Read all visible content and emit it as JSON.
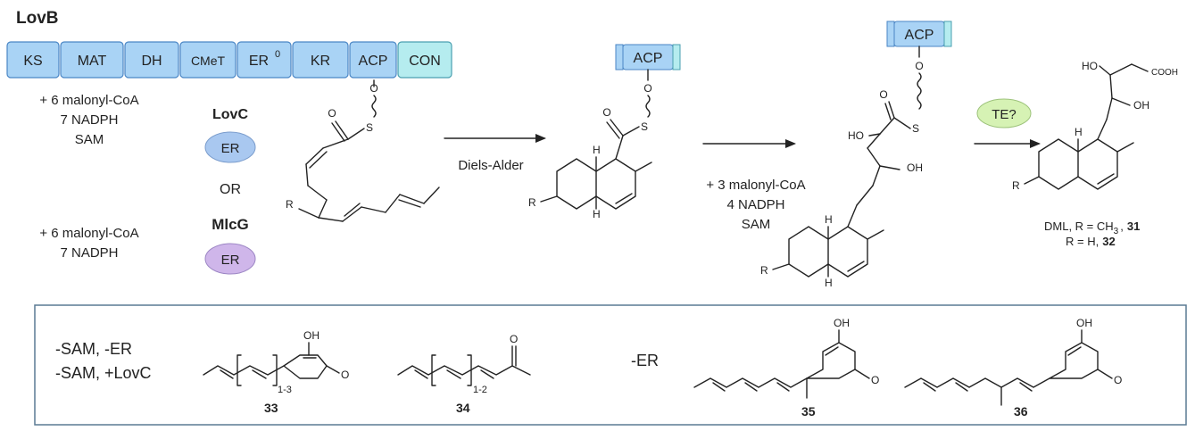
{
  "title": "LovB",
  "domains": [
    "KS",
    "MAT",
    "DH",
    "CMeT",
    "ER",
    "KR",
    "ACP",
    "CON"
  ],
  "er_superscript": "0",
  "acp": "ACP",
  "left_conditions": {
    "top": [
      "+ 6 malonyl-CoA",
      "7 NADPH",
      "SAM"
    ],
    "bottom": [
      "+ 6 malonyl-CoA",
      "7 NADPH"
    ]
  },
  "lovc_label": "LovC",
  "mlcg_label": "MlcG",
  "er_label": "ER",
  "or_label": "OR",
  "diels_alder": "Diels-Alder",
  "middle_conditions": [
    "+ 3 malonyl-CoA",
    "4 NADPH",
    "SAM"
  ],
  "te_label": "TE?",
  "atoms": {
    "S": "S",
    "O": "O",
    "R": "R",
    "H": "H",
    "HO": "HO",
    "OH": "OH",
    "COOH": "COOH"
  },
  "product_caption": {
    "line1_prefix": "DML, R = CH",
    "line1_sub": "3",
    "line1_num": "31",
    "line2_prefix": "R =  H,",
    "line2_num": "32"
  },
  "box": {
    "left_conditions": [
      "-SAM, -ER",
      "-SAM, +LovC"
    ],
    "right_condition": "-ER",
    "subscripts": [
      "1-3",
      "1-2"
    ],
    "compounds": [
      "33",
      "34",
      "35",
      "36"
    ]
  },
  "colors": {
    "domain_fill": "#a9d3f5",
    "con_fill": "#b5ecef",
    "lovc_er": "#a9c8f0",
    "mlcg_er": "#cfb6ea",
    "te": "#d6f2b4",
    "box_border": "#5a7a93"
  }
}
